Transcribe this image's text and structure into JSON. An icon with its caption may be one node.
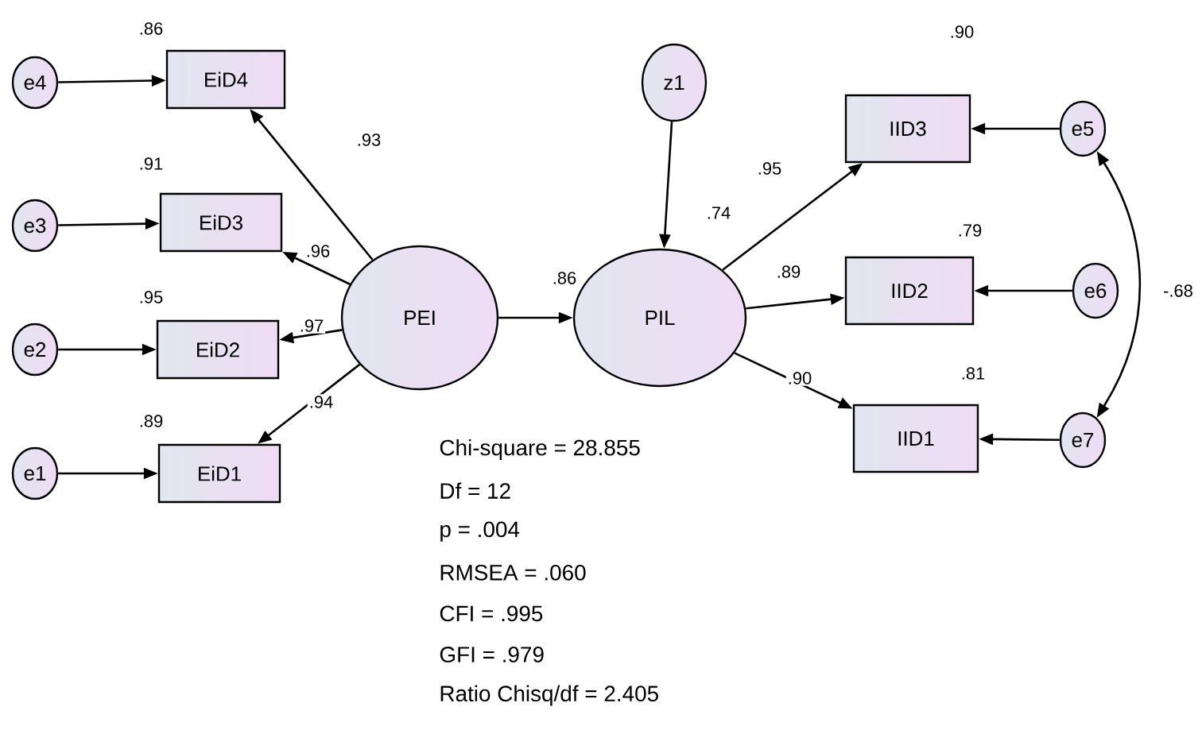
{
  "diagram": {
    "nodes": [
      {
        "text": [
          "e4"
        ]
      },
      {
        "text": [
          "EiD4"
        ],
        "beside": [
          ".86"
        ]
      },
      {
        "text": [
          "e3"
        ]
      },
      {
        "text": [
          "EiD3"
        ],
        "beside": [
          ".91"
        ]
      },
      {
        "text": [
          "e2"
        ]
      },
      {
        "text": [
          "EiD2"
        ],
        "beside": [
          ".95"
        ]
      },
      {
        "text": [
          "e1"
        ]
      },
      {
        "text": [
          "EiD1"
        ],
        "beside": [
          ".89"
        ]
      },
      {
        "text": [
          "PEI"
        ]
      },
      {
        "text": [
          "z1"
        ]
      },
      {
        "text": [
          "PIL"
        ],
        "beside": [
          ".74"
        ]
      },
      {
        "text": [
          "IID3"
        ],
        "beside": [
          ".90"
        ]
      },
      {
        "text": [
          "e5"
        ]
      },
      {
        "text": [
          "IID2"
        ],
        "beside": [
          ".79"
        ]
      },
      {
        "text": [
          "e6"
        ]
      },
      {
        "text": [
          "IID1"
        ],
        "beside": [
          ".81"
        ]
      },
      {
        "text": [
          "e7"
        ]
      }
    ],
    "edges": [
      {
        "from": 0,
        "to": 1,
        "arrow": "to"
      },
      {
        "from": 2,
        "to": 3,
        "arrow": "to"
      },
      {
        "from": 4,
        "to": 5,
        "arrow": "to"
      },
      {
        "from": 6,
        "to": 7,
        "arrow": "to"
      },
      {
        "from": 8,
        "to": 1,
        "arrow": "to",
        "label": ".93"
      },
      {
        "from": 8,
        "to": 3,
        "arrow": "to",
        "label": ".96"
      },
      {
        "from": 8,
        "to": 5,
        "arrow": "to",
        "label": ".97"
      },
      {
        "from": 8,
        "to": 7,
        "arrow": "to",
        "label": ".94"
      },
      {
        "from": 8,
        "to": 10,
        "arrow": "to",
        "label": ".86"
      },
      {
        "from": 9,
        "to": 10,
        "arrow": "to"
      },
      {
        "from": 10,
        "to": 11,
        "arrow": "to",
        "label": ".95"
      },
      {
        "from": 10,
        "to": 13,
        "arrow": "to",
        "label": ".89"
      },
      {
        "from": 10,
        "to": 15,
        "arrow": "to",
        "label": ".90"
      },
      {
        "from": 12,
        "to": 11,
        "arrow": "to"
      },
      {
        "from": 14,
        "to": 13,
        "arrow": "to"
      },
      {
        "from": 16,
        "to": 15,
        "arrow": "to"
      },
      {
        "from": 12,
        "to": 16,
        "arrow": "both",
        "label": "-.68"
      }
    ],
    "labels": [
      "Chi-square = 28.855",
      "Df = 12",
      "p = .004",
      "RMSEA = .060",
      "CFI = .995",
      "GFI = .979",
      "Ratio Chisq/df = 2.405"
    ]
  }
}
